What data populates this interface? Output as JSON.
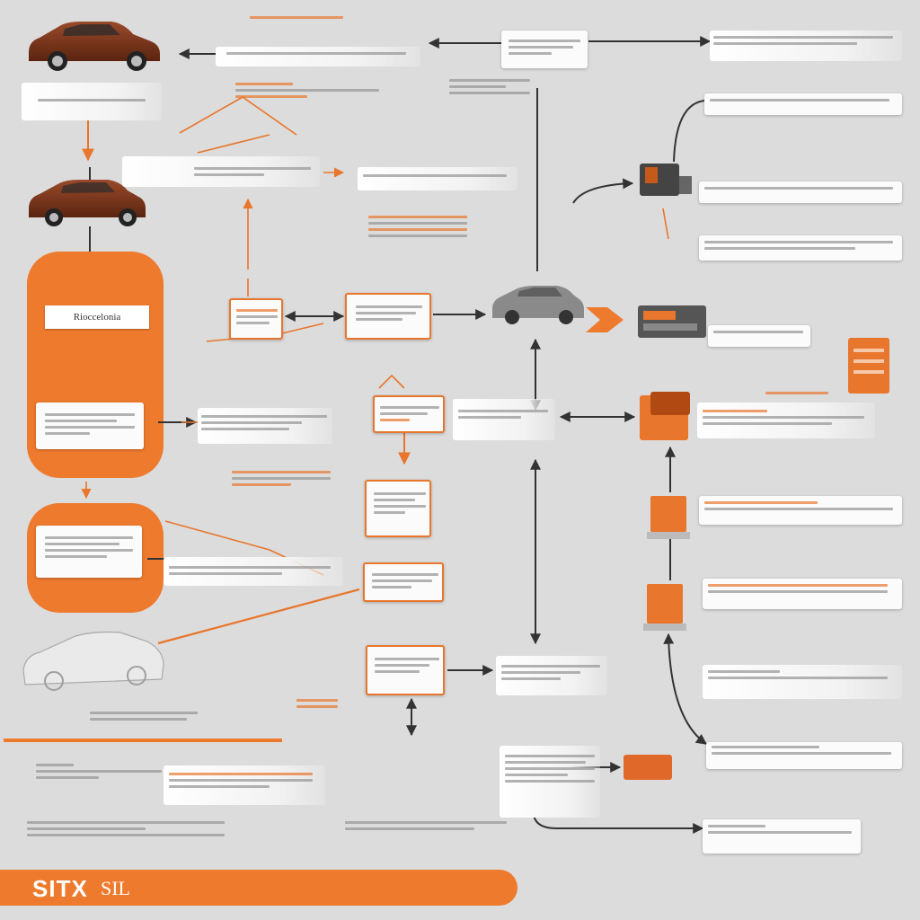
{
  "diagram": {
    "title_fragment": "Rioccelonia",
    "footer": {
      "logo": "SITX",
      "logo_suffix": "SIL"
    },
    "colors": {
      "background": "#dcdcdc",
      "accent": "#ee7a2e",
      "line": "#333333",
      "box": "#fbfbfb"
    }
  }
}
